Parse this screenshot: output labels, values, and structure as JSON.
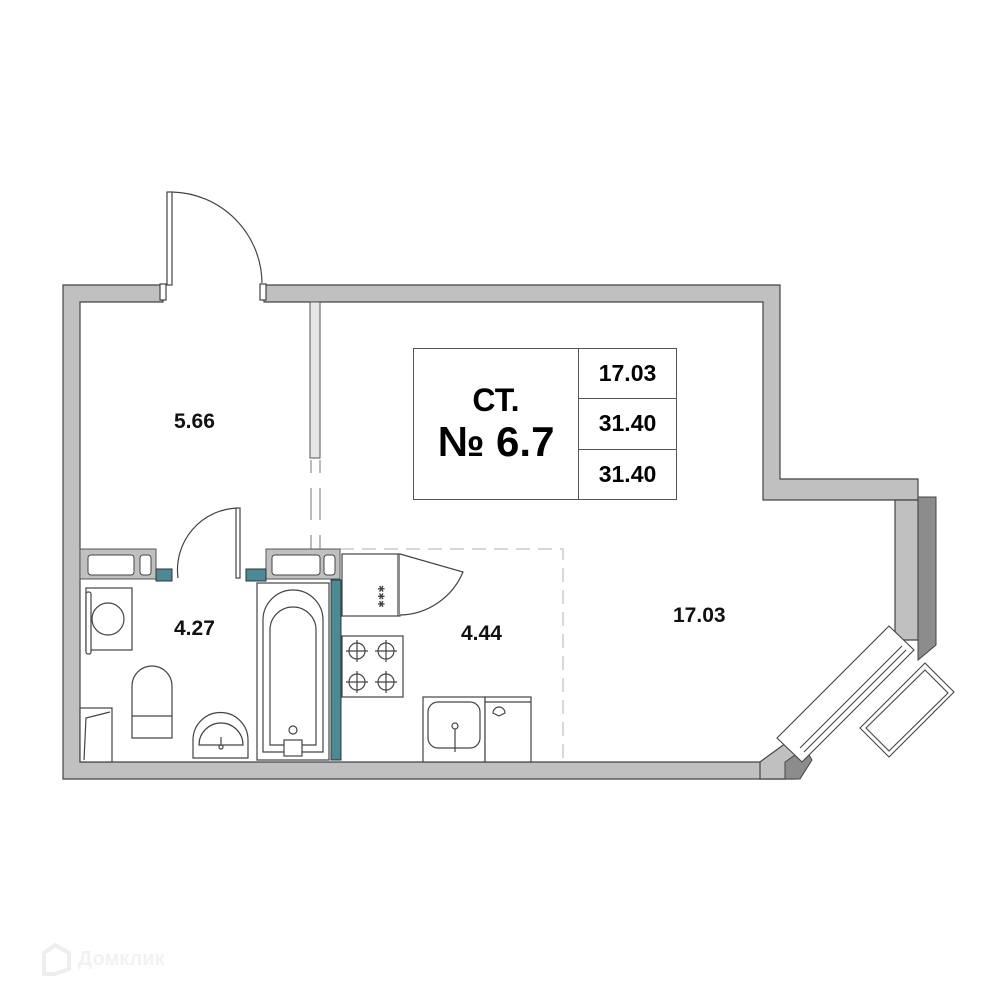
{
  "apartment": {
    "type_label": "СТ.",
    "number_label": "№ 6.7",
    "areas_table": [
      "17.03",
      "31.40",
      "31.40"
    ]
  },
  "rooms": [
    {
      "id": "hallway",
      "area": "5.66"
    },
    {
      "id": "bathroom",
      "area": "4.27"
    },
    {
      "id": "kitchen",
      "area": "4.44"
    },
    {
      "id": "living",
      "area": "17.03"
    }
  ],
  "watermark": {
    "text": "Домклик",
    "icon": "house-logo-icon"
  },
  "colors": {
    "wall": "#c0c0c0",
    "wall_dark": "#8c8c8c",
    "outline": "#444444",
    "riser": "#4a8a94"
  }
}
